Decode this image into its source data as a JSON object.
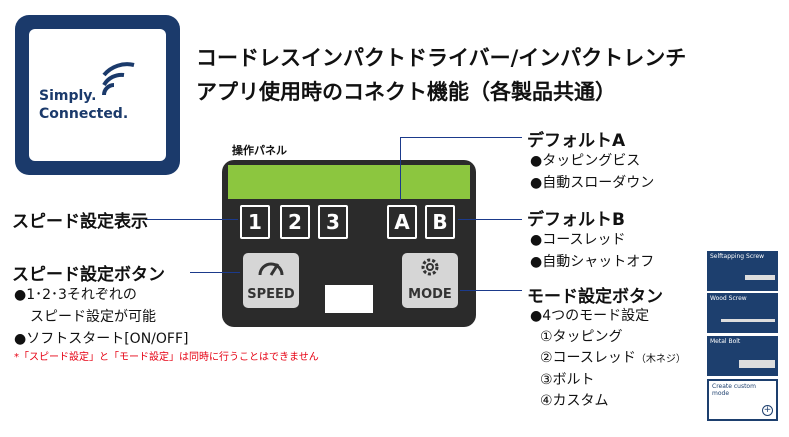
{
  "logo": {
    "line1": "Simply.",
    "line2": "Connected."
  },
  "title": {
    "line1": "コードレスインパクトドライバー/インパクトレンチ",
    "line2": "アプリ使用時のコネクト機能（各製品共通）"
  },
  "panel": {
    "label": "操作パネル",
    "speed_digits": [
      "1",
      "2",
      "3"
    ],
    "default_keys": [
      "A",
      "B"
    ],
    "speed_button": "SPEED",
    "mode_button": "MODE"
  },
  "left": {
    "speed_display": "スピード設定表示",
    "speed_button_label": "スピード設定ボタン",
    "bullets": [
      "●1･2･3それぞれの",
      "スピード設定が可能",
      "●ソフトスタート[ON/OFF]"
    ],
    "note": "*「スピード設定」と「モード設定」は同時に行うことはできません"
  },
  "right": {
    "defaultA": {
      "title": "デフォルトA",
      "items": [
        "●タッピングビス",
        "●自動スローダウン"
      ]
    },
    "defaultB": {
      "title": "デフォルトB",
      "items": [
        "●コースレッド",
        "●自動シャットオフ"
      ]
    },
    "mode": {
      "title": "モード設定ボタン",
      "items": [
        "●4つのモード設定",
        "①タッピング",
        "②コースレッド",
        "（木ネジ）",
        "③ボルト",
        "④カスタム"
      ]
    }
  },
  "mode_cards": [
    "Selftapping Screw",
    "Wood Screw",
    "Metal Bolt",
    "Create custom mode"
  ],
  "colors": {
    "navy": "#1b3a6b",
    "green": "#8cc63f",
    "panel": "#2b2b2b",
    "note": "#e60012"
  }
}
